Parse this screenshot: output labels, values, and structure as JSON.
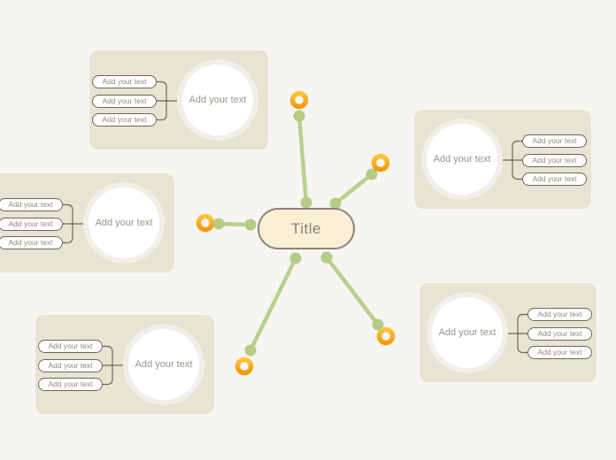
{
  "center": {
    "label": "Title"
  },
  "groups": [
    {
      "id": "top-left",
      "circle_label": "Add your text",
      "items": [
        "Add your text",
        "Add your text",
        "Add your text"
      ]
    },
    {
      "id": "left-middle",
      "circle_label": "Add your text",
      "items": [
        "Add your text",
        "Add your text",
        "Add your text"
      ]
    },
    {
      "id": "bottom-left",
      "circle_label": "Add your text",
      "items": [
        "Add your text",
        "Add your text",
        "Add your text"
      ]
    },
    {
      "id": "top-right",
      "circle_label": "Add your text",
      "items": [
        "Add your text",
        "Add your text",
        "Add your text"
      ]
    },
    {
      "id": "bottom-right",
      "circle_label": "Add your text",
      "items": [
        "Add your text",
        "Add your text",
        "Add your text"
      ]
    }
  ],
  "icons": {
    "endpoint_ring": "ring-handle-icon",
    "joint_dot": "joint-dot"
  },
  "colors": {
    "background": "#f6f5f2",
    "panel": "#e8e4d4",
    "branch_green": "#b9cf8e",
    "dot_green": "#b5cc87",
    "ring_orange_top": "#fdc53a",
    "ring_orange_bottom": "#f19a0d",
    "node_fill": "#fbeed6",
    "node_border": "#8c8577",
    "pill_border": "#6d6654",
    "text_gray": "#8f8a7e"
  }
}
